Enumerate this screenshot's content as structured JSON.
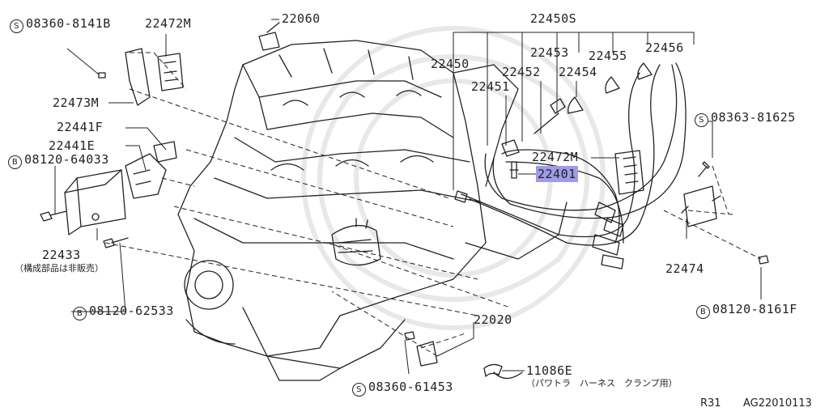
{
  "labels": {
    "p_22060": "22060",
    "p_22472M_top": "22472M",
    "p_22473M": "22473M",
    "p_22441F": "22441F",
    "p_22441E": "22441E",
    "p_22433": "22433",
    "note_22433": "（構成部品は非販売）",
    "p_22450S": "22450S",
    "p_22450": "22450",
    "p_22453": "22453",
    "p_22455": "22455",
    "p_22456": "22456",
    "p_22452": "22452",
    "p_22454": "22454",
    "p_22451": "22451",
    "p_22472M_mid": "22472M",
    "p_22401": "22401",
    "p_22474": "22474",
    "p_22020": "22020",
    "p_11086E": "11086E",
    "note_11086E": "（パワトラ　ハーネス　クランプ用）"
  },
  "prefixed": {
    "s_08360_8141B": {
      "prefix": "S",
      "code": "08360-8141B"
    },
    "b_08120_64033": {
      "prefix": "B",
      "code": "08120-64033"
    },
    "b_08120_62533": {
      "prefix": "B",
      "code": "08120-62533"
    },
    "s_08363_81625": {
      "prefix": "S",
      "code": "08363-81625"
    },
    "b_08120_8161F": {
      "prefix": "B",
      "code": "08120-8161F"
    },
    "s_08360_61453": {
      "prefix": "S",
      "code": "08360-61453"
    }
  },
  "footer": {
    "model": "R31",
    "code": "AG22010113"
  },
  "colors": {
    "highlight": "#9f9be6",
    "line": "#222222"
  }
}
